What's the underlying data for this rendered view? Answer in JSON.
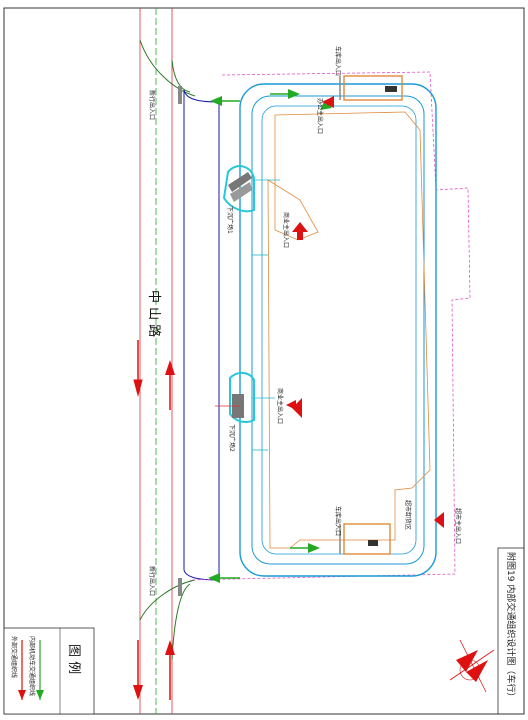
{
  "road": {
    "name": "中 山 路"
  },
  "entrances": {
    "vehicle_top": "车库出入口",
    "vehicle_bottom": "车库出入口",
    "vehicle_left_top": "新行出入口",
    "vehicle_left_bottom": "新行出入口",
    "commercial_main_1": "商业主出入口",
    "commercial_main_2": "商业主出入口",
    "office_main": "办公主出入口",
    "supermarket_main": "超市主出入口",
    "supermarket_goods": "超市卸货区"
  },
  "plazas": {
    "sunken_1": "下沉广场1",
    "sunken_2": "下沉广场2"
  },
  "title_block": {
    "text": "附图19   内部交通组织设计图（车行）"
  },
  "legend": {
    "title": "图  例",
    "items": [
      {
        "label": "内部机动车交通组织线",
        "color": "#22aa22"
      },
      {
        "label": "外部交通组织线",
        "color": "#dd1111"
      }
    ]
  },
  "colors": {
    "internal": "#22aa22",
    "external": "#dd1111",
    "ring": "#1a9ad6",
    "building": "#e08a3a",
    "site": "#e055c8",
    "road_edge": "#1a1aa8"
  }
}
